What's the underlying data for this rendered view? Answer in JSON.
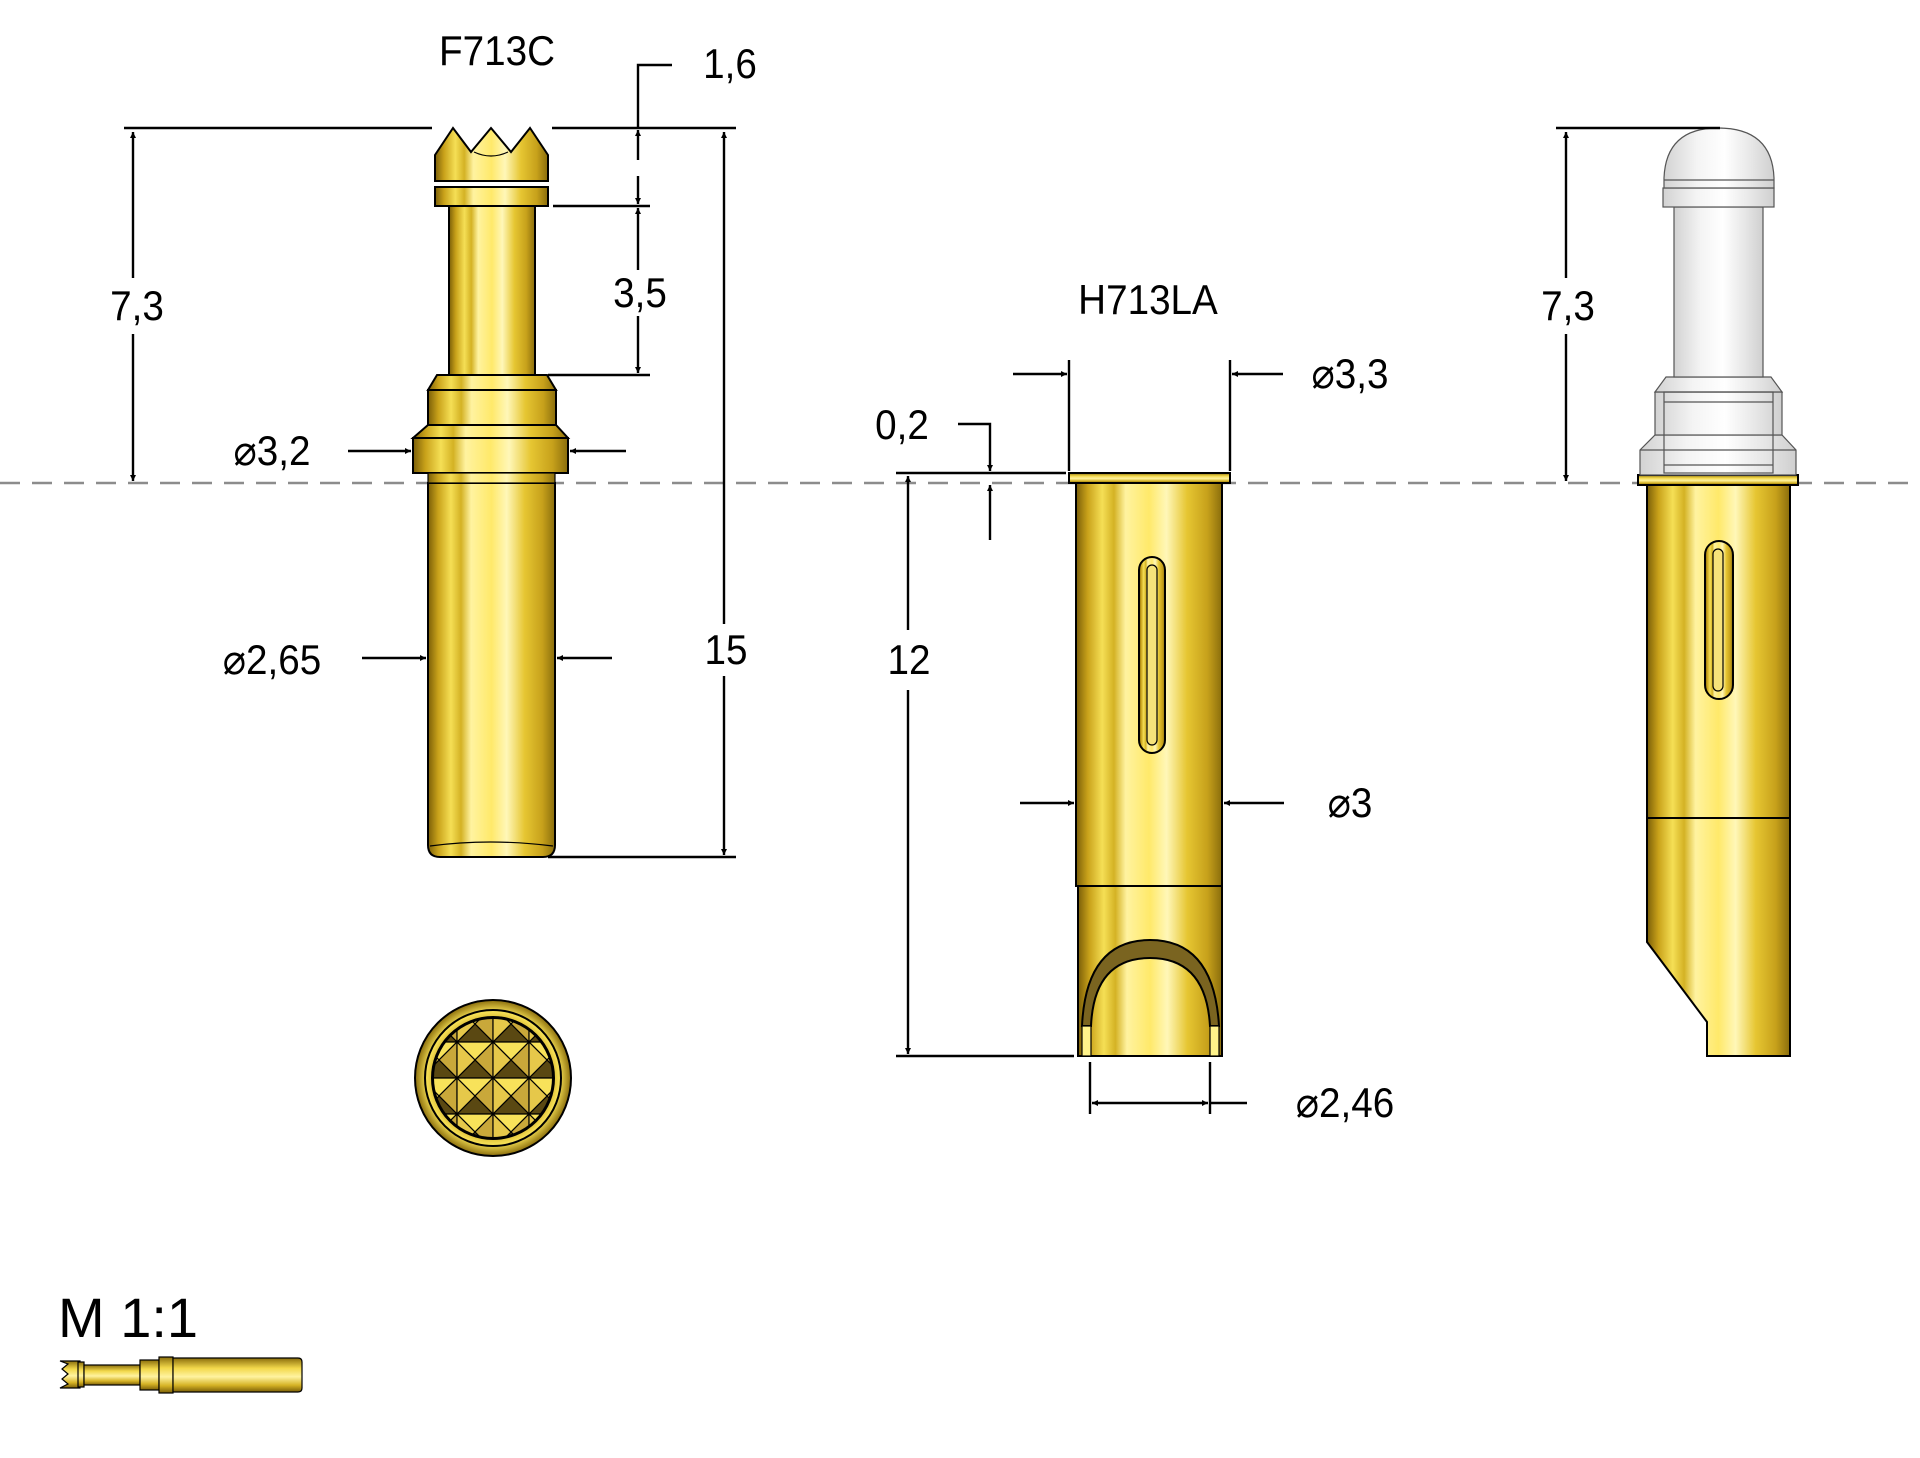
{
  "drawing": {
    "parts": [
      {
        "id": "plunger",
        "name": "F713C",
        "type": "spring contact probe plunger with crown tip",
        "color": "#e8c92a"
      },
      {
        "id": "receptacle",
        "name": "H713LA",
        "type": "receptacle with slot and angled bottom",
        "color": "#e8c92a"
      },
      {
        "id": "assembly",
        "name": "",
        "type": "receptacle with protective cap assembly",
        "cap_color": "#eeeeee"
      }
    ],
    "reference_line": "dashed mounting plane"
  },
  "labels": {
    "plunger_title": "F713C",
    "receptacle_title": "H713LA",
    "scale": "M 1:1"
  },
  "dimensions": {
    "plunger": {
      "tip_length": "1,6",
      "neck_length": "3,5",
      "overall_above_plane": "7,3",
      "flange_diameter": "⌀3,2",
      "body_diameter": "⌀2,65",
      "overall_length": "15"
    },
    "receptacle": {
      "flange_thickness": "0,2",
      "flange_diameter": "⌀3,3",
      "length": "12",
      "body_diameter": "⌀3",
      "bottom_diameter": "⌀2,46"
    },
    "assembly": {
      "height_above_plane": "7,3"
    }
  },
  "colors": {
    "gold_light": "#fff7a8",
    "gold_mid": "#e8c92a",
    "gold_dark": "#8a6d0c",
    "cap": "#eeeeee",
    "dash_line": "#8c8c8c"
  }
}
